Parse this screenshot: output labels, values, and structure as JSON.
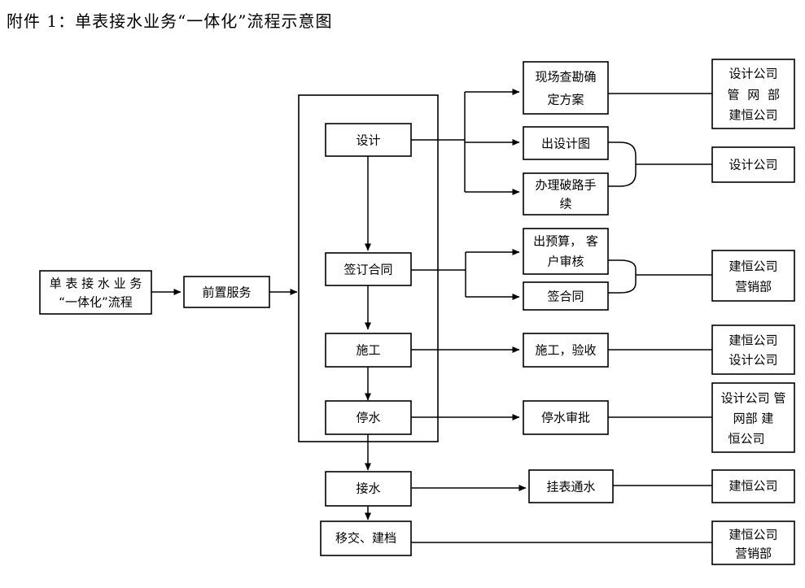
{
  "document": {
    "title": "附件 1：单表接水业务“一体化”流程示意图"
  },
  "diagram": {
    "type": "flowchart",
    "orientation": "left-to-right",
    "start_nodes": [
      {
        "id": "start",
        "label_line1": "单 表 接 水 业 务",
        "label_line2": "“一体化”流程"
      },
      {
        "id": "pre-service",
        "label": "前置服务"
      }
    ],
    "main_stage_group_label": "",
    "main_stages": [
      {
        "id": "design",
        "label": "设计"
      },
      {
        "id": "contract",
        "label": "签订合同"
      },
      {
        "id": "construction",
        "label": "施工"
      },
      {
        "id": "water-stop",
        "label": "停水"
      },
      {
        "id": "water-connect",
        "label": "接水"
      },
      {
        "id": "handover-archive",
        "label": "移交、建档"
      }
    ],
    "tasks": [
      {
        "id": "site-survey",
        "stage": "design",
        "label_line1": "现场查勘确",
        "label_line2": "定方案"
      },
      {
        "id": "design-drawing",
        "stage": "design",
        "label": "出设计图"
      },
      {
        "id": "road-permit",
        "stage": "design",
        "label_line1": "办理破路手",
        "label_line2": "续"
      },
      {
        "id": "budget-review",
        "stage": "contract",
        "label_line1": "出预算， 客",
        "label_line2": "户审核"
      },
      {
        "id": "sign-contract",
        "stage": "contract",
        "label": "签合同"
      },
      {
        "id": "build-accept",
        "stage": "construction",
        "label": "施工，验收"
      },
      {
        "id": "stop-approval",
        "stage": "water-stop",
        "label": "停水审批"
      },
      {
        "id": "meter-water",
        "stage": "water-connect",
        "label": "挂表通水"
      }
    ],
    "owners": [
      {
        "id": "owner-survey",
        "lines": [
          "设计公司",
          "管 网 部",
          "建恒公司"
        ]
      },
      {
        "id": "owner-design-company",
        "lines": [
          "设计公司"
        ]
      },
      {
        "id": "owner-marketing",
        "lines": [
          "建恒公司",
          "营销部"
        ]
      },
      {
        "id": "owner-build",
        "lines": [
          "建恒公司",
          "设计公司"
        ]
      },
      {
        "id": "owner-stop",
        "lines": [
          "设计公司 管",
          "网部    建",
          "恒公司"
        ]
      },
      {
        "id": "owner-meter",
        "lines": [
          "建恒公司"
        ]
      },
      {
        "id": "owner-archive",
        "lines": [
          "建恒公司",
          "营销部"
        ]
      }
    ],
    "colors": {
      "stroke": "#000000",
      "fill": "#ffffff",
      "text": "#000000"
    }
  }
}
